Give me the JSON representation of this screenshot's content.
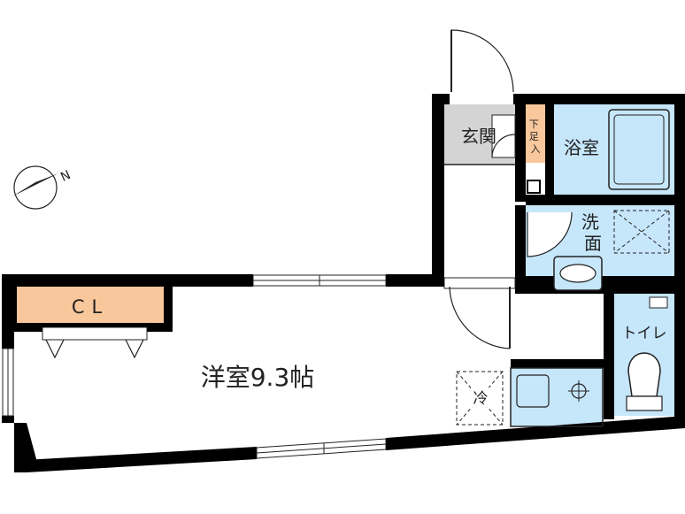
{
  "rooms": {
    "western": "洋室9.3帖",
    "closet": "CL",
    "entrance": "玄関",
    "shoe_box": "下足入",
    "bath": "浴室",
    "wash": "洗面",
    "toilet": "トイレ",
    "fridge": "冷"
  },
  "compass": {
    "north": "N"
  },
  "colors": {
    "wall": "#000000",
    "water_area": "#c6e6fa",
    "closet": "#f9c79c",
    "entrance": "#d4d4d4",
    "shoe_box": "#f9c79c"
  }
}
